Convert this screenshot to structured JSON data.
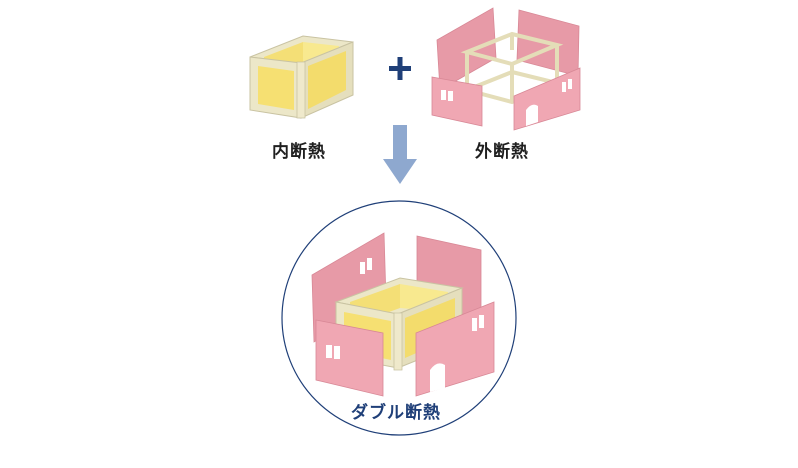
{
  "labels": {
    "inner": "内断熱",
    "outer": "外断熱",
    "double": "ダブル断熱"
  },
  "symbols": {
    "plus": "+",
    "arrow": "down-arrow"
  },
  "colors": {
    "insulation_yellow": "#f6e58a",
    "frame_wood": "#ece7c8",
    "panel_pink": "#eaa1ac",
    "panel_pink_dark": "#de8a98",
    "navy": "#1f3f78",
    "arrow_blue": "#8ea8cf"
  }
}
